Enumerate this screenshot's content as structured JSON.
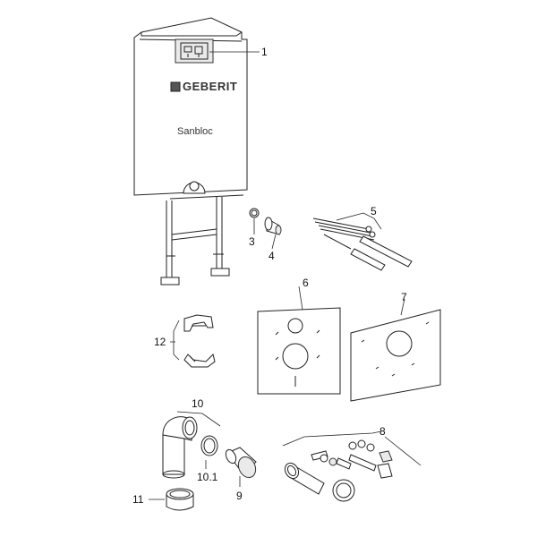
{
  "frame": {
    "brand_label": "GEBERIT",
    "product_label": "Sanbloc"
  },
  "callouts": [
    "1",
    "3",
    "4",
    "5",
    "6",
    "7",
    "12",
    "10",
    "8",
    "10.1",
    "9",
    "11"
  ]
}
